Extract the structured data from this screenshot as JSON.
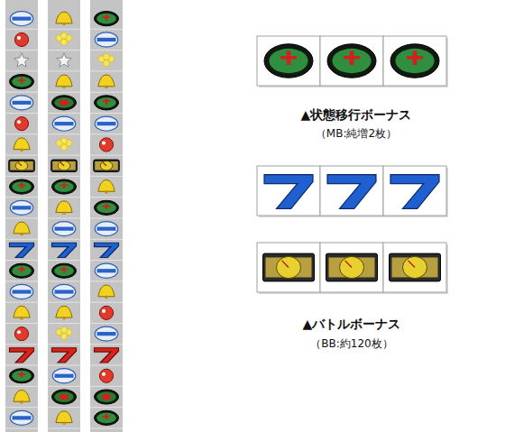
{
  "diagram": {
    "labels": [
      "▲状態移行ボーナス",
      "（MB:純増2枚）",
      "▲バトルボーナス",
      "（BB:約120枚）"
    ]
  }
}
